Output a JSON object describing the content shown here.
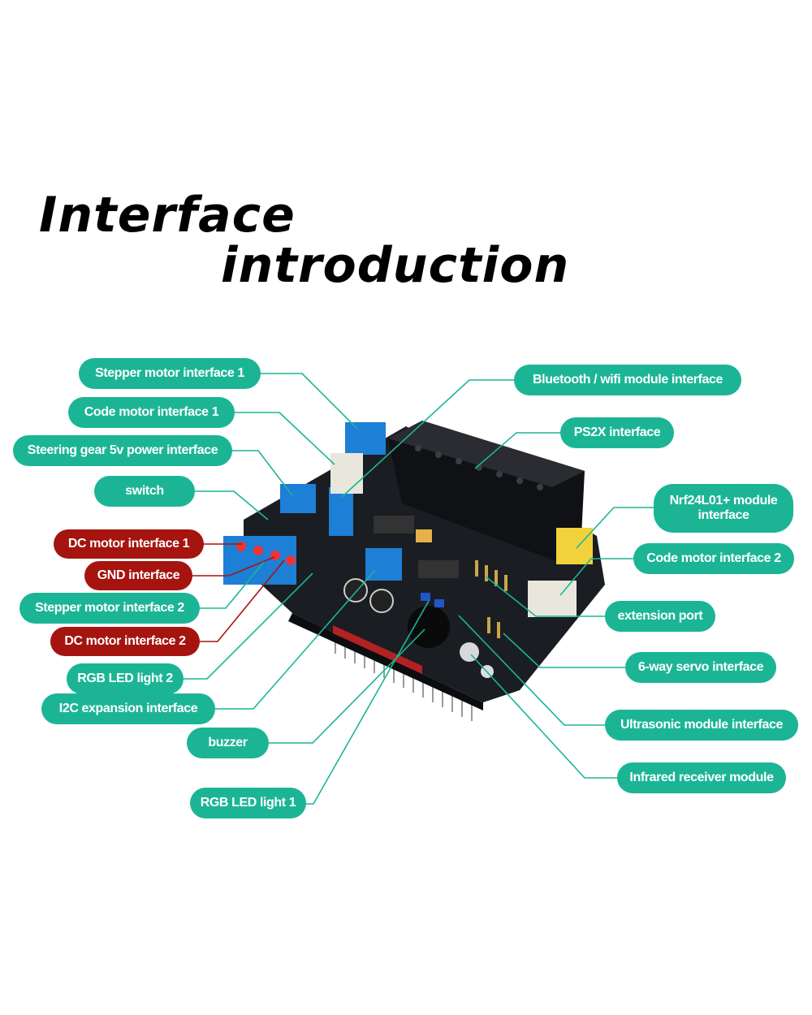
{
  "title": {
    "line1": "Interface",
    "line2": "introduction"
  },
  "colors": {
    "label_teal": "#1bb596",
    "label_red": "#a5140f",
    "line_teal": "#1bb596",
    "line_red": "#a5140f"
  },
  "labels": {
    "stepper_motor_1": "Stepper motor interface 1",
    "code_motor_1": "Code motor interface 1",
    "steering_gear_5v": "Steering gear 5v power interface",
    "switch": "switch",
    "dc_motor_1": "DC motor interface 1",
    "gnd": "GND interface",
    "stepper_motor_2": "Stepper motor interface 2",
    "dc_motor_2": "DC motor interface 2",
    "rgb_led_2": "RGB LED light 2",
    "i2c": "I2C expansion interface",
    "buzzer": "buzzer",
    "rgb_led_1": "RGB LED light 1",
    "bluetooth_wifi": "Bluetooth / wifi module interface",
    "ps2x": "PS2X interface",
    "nrf24l01": "Nrf24L01+ module interface",
    "code_motor_2": "Code motor interface 2",
    "extension_port": "extension port",
    "servo_6way": "6-way servo interface",
    "ultrasonic": "Ultrasonic module interface",
    "infrared": "Infrared receiver module"
  }
}
